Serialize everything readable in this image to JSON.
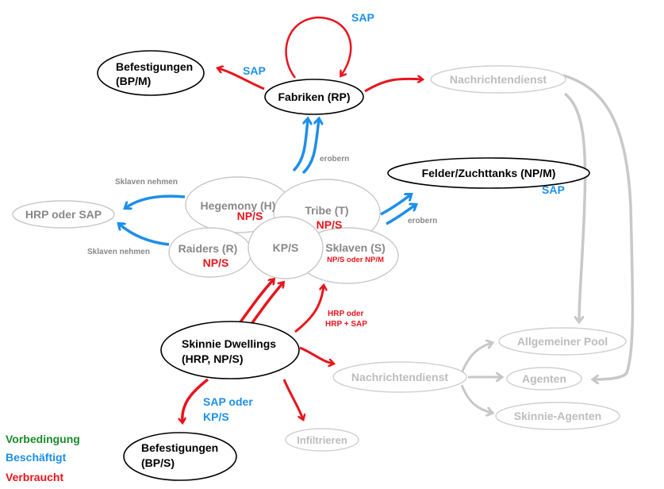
{
  "colors": {
    "red": "#e8141c",
    "blue": "#1e8fe8",
    "green": "#1a8a2a",
    "gray_stroke": "#c8c8c8",
    "gray_text": "#888888",
    "light_gray_text": "#bdbdbd",
    "black": "#000000"
  },
  "nodes": {
    "befestigungen_top": {
      "line1": "Befestigungen",
      "line2": "(BP/M)"
    },
    "fabriken": {
      "label": "Fabriken (RP)"
    },
    "nachrichtendienst_top": {
      "label": "Nachrichtendienst"
    },
    "felder": {
      "label": "Felder/Zuchttanks (NP/M)"
    },
    "hrp_sap": {
      "label": "HRP oder SAP"
    },
    "hegemony": {
      "label": "Hegemony (H)",
      "cost": "NP/S"
    },
    "tribe": {
      "label": "Tribe (T)",
      "cost": "NP/S"
    },
    "raiders": {
      "label": "Raiders (R)",
      "cost": "NP/S"
    },
    "kps": {
      "label": "KP/S"
    },
    "sklaven": {
      "label": "Sklaven (S)",
      "cost": "NP/S oder NP/M"
    },
    "skinnie": {
      "line1": "Skinnie Dwellings",
      "line2": "(HRP, NP/S)"
    },
    "nachrichtendienst_bottom": {
      "label": "Nachrichtendienst"
    },
    "allgemeiner_pool": {
      "label": "Allgemeiner Pool"
    },
    "agenten": {
      "label": "Agenten"
    },
    "skinnie_agenten": {
      "label": "Skinnie-Agenten"
    },
    "infiltrieren": {
      "label": "Infiltrieren"
    },
    "befestigungen_bottom": {
      "line1": "Befestigungen",
      "line2": "(BP/S)"
    }
  },
  "edge_labels": {
    "sap_loop": "SAP",
    "sap_befestigungen": "SAP",
    "erobern_fabriken": "erobern",
    "sap_felder": "SAP",
    "erobern_felder": "erobern",
    "sklaven_nehmen_top": "Sklaven nehmen",
    "sklaven_nehmen_bottom": "Sklaven nehmen",
    "hrp_oder_line1": "HRP oder",
    "hrp_oder_line2": "HRP + SAP",
    "sap_oder_line1": "SAP oder",
    "sap_oder_line2": "KP/S"
  },
  "legend": {
    "vorbedingung": "Vorbedingung",
    "beschaeftigt": "Beschäftigt",
    "verbraucht": "Verbraucht"
  }
}
